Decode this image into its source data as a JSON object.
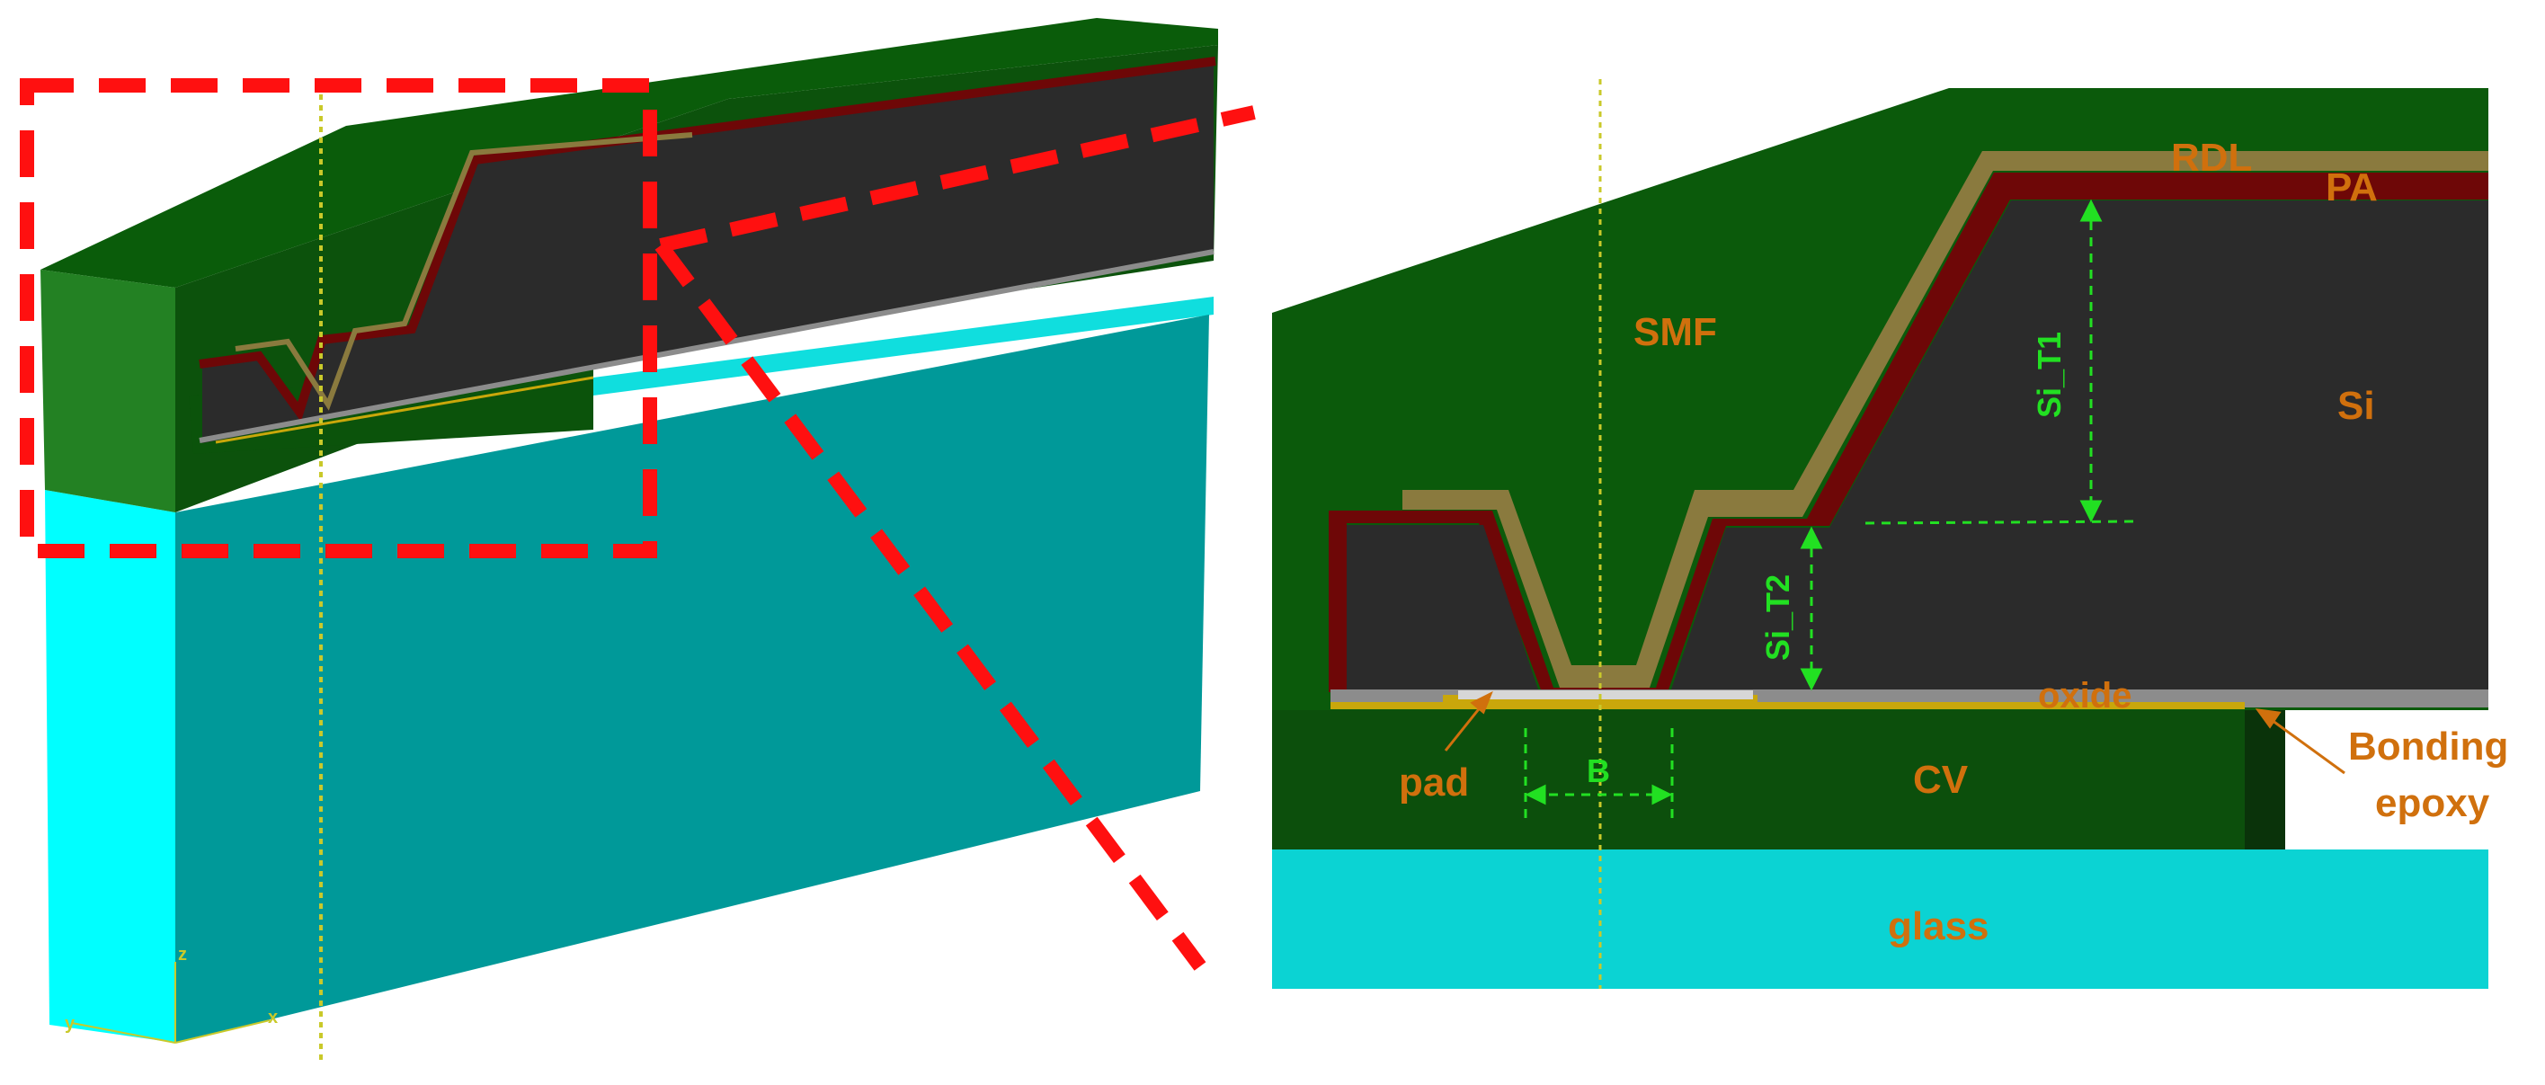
{
  "labels": {
    "smf": "SMF",
    "rdl": "RDL",
    "pa": "PA",
    "si": "Si",
    "si_t1": "Si_T1",
    "si_t2": "Si_T2",
    "oxide": "oxide",
    "pad": "pad",
    "b": "B",
    "cv": "CV",
    "bonding": "Bonding",
    "epoxy": "epoxy",
    "glass": "glass"
  },
  "axes": {
    "z": "z",
    "x": "x",
    "y": "y"
  },
  "colors": {
    "smf_green": "#0b5a0b",
    "smf_side": "#1f7a1f",
    "cv_green": "#0c4f0c",
    "rdl": "#8a7a3e",
    "pa": "#6e0707",
    "si": "#2b2b2b",
    "oxide": "#8c8c8c",
    "pad_gold": "#c9a70b",
    "glass": "#0bd3d3",
    "glass_front": "#00ffff",
    "glass_side": "#009999",
    "label_orange": "#d0700d",
    "dim_green": "#22e022",
    "callout_red": "#ff1010",
    "centerline": "#c9c92a"
  }
}
